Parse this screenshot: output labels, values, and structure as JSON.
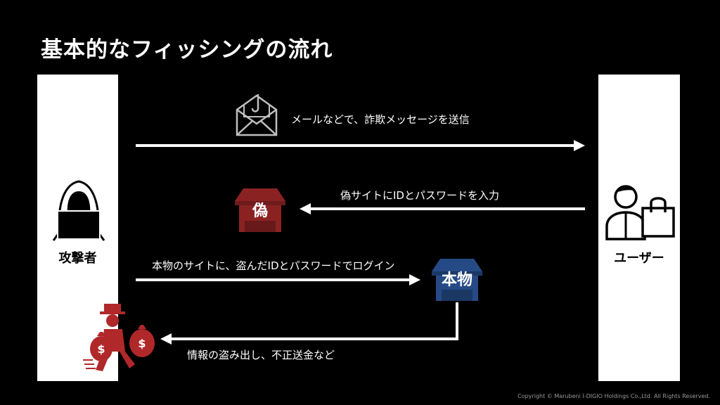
{
  "title": "基本的なフィッシングの流れ",
  "attacker": {
    "label": "攻撃者"
  },
  "user": {
    "label": "ユーザー"
  },
  "steps": {
    "step1": "メールなどで、詐欺メッセージを送信",
    "step2": "偽サイトにIDとパスワードを入力",
    "step3": "本物のサイトに、盗んだIDとパスワードでログイン",
    "step4": "情報の盗み出し、不正送金など"
  },
  "fake_site": {
    "label": "偽"
  },
  "real_site": {
    "label": "本物"
  },
  "footer": "Copyright © Marubeni I-DIGIO Holdings Co.,Ltd. All Rights Reserved.",
  "colors": {
    "background": "#000000",
    "panel": "#ffffff",
    "fake_site": "#8b2222",
    "real_site": "#254a86",
    "thief": "#b0282a",
    "envelope": "#bfbfbf"
  }
}
